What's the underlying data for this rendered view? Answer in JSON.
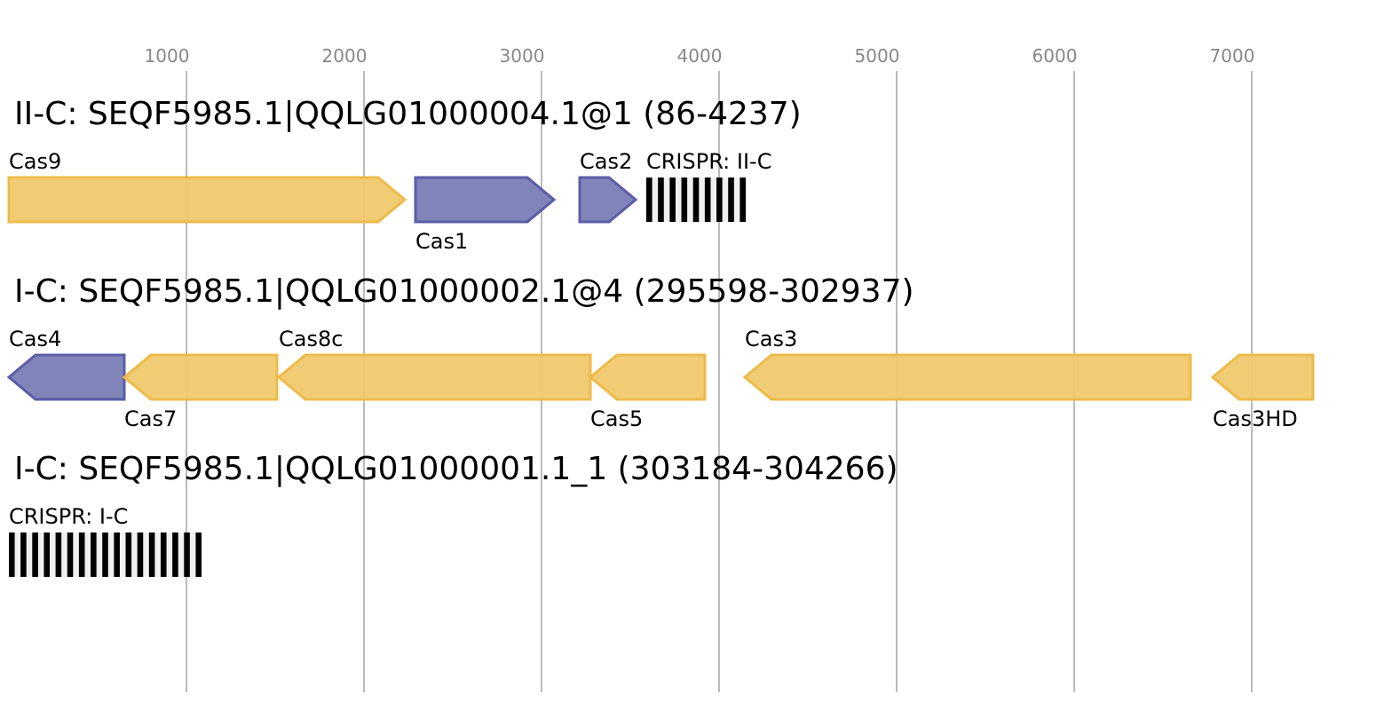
{
  "chart_data": {
    "type": "gene-map",
    "axis": {
      "unit": "bp",
      "ticks": [
        1000,
        2000,
        3000,
        4000,
        5000,
        6000,
        7000
      ],
      "tick_labels": [
        "1000",
        "2000",
        "3000",
        "4000",
        "5000",
        "6000",
        "7000"
      ],
      "range": [
        0,
        7600
      ],
      "grid": true
    },
    "colors": {
      "interference": "#f0c96e",
      "interference_stroke": "#edbb4a",
      "adaptation": "#7a7db5",
      "adaptation_stroke": "#5a5da6",
      "crispr_bar": "#000000",
      "crispr_gap": "#f0f0f0",
      "grid": "#bbbbbb",
      "tick_text": "#888888"
    },
    "rows": [
      {
        "title": "II-C: SEQF5985.1|QQLG01000004.1@1 (86-4237)",
        "features": [
          {
            "label": "Cas9",
            "start": 0,
            "end": 2230,
            "strand": "+",
            "type": "interference",
            "label_pos": "above"
          },
          {
            "label": "Cas1",
            "start": 2290,
            "end": 3070,
            "strand": "+",
            "type": "adaptation",
            "label_pos": "below"
          },
          {
            "label": "Cas2",
            "start": 3215,
            "end": 3530,
            "strand": "+",
            "type": "adaptation",
            "label_pos": "above"
          },
          {
            "label": "CRISPR: II-C",
            "start": 3590,
            "end": 4150,
            "type": "crispr",
            "repeats": 9,
            "label_pos": "above"
          }
        ]
      },
      {
        "title": "I-C: SEQF5985.1|QQLG01000002.1@4 (295598-302937)",
        "features": [
          {
            "label": "Cas4",
            "start": 0,
            "end": 650,
            "strand": "-",
            "type": "adaptation",
            "label_pos": "above"
          },
          {
            "label": "Cas7",
            "start": 650,
            "end": 1510,
            "strand": "-",
            "type": "interference",
            "label_pos": "below"
          },
          {
            "label": "Cas8c",
            "start": 1520,
            "end": 3275,
            "strand": "-",
            "type": "interference",
            "label_pos": "above"
          },
          {
            "label": "Cas5",
            "start": 3275,
            "end": 3920,
            "strand": "-",
            "type": "interference",
            "label_pos": "below"
          },
          {
            "label": "Cas3",
            "start": 4145,
            "end": 6655,
            "strand": "-",
            "type": "interference",
            "label_pos": "above"
          },
          {
            "label": "Cas3HD",
            "start": 6780,
            "end": 7345,
            "strand": "-",
            "type": "interference",
            "label_pos": "below"
          }
        ]
      },
      {
        "title": "I-C: SEQF5985.1|QQLG01000001.1_1 (303184-304266)",
        "features": [
          {
            "label": "CRISPR: I-C",
            "start": 0,
            "end": 1085,
            "type": "crispr",
            "repeats": 17,
            "label_pos": "above"
          }
        ]
      }
    ]
  }
}
